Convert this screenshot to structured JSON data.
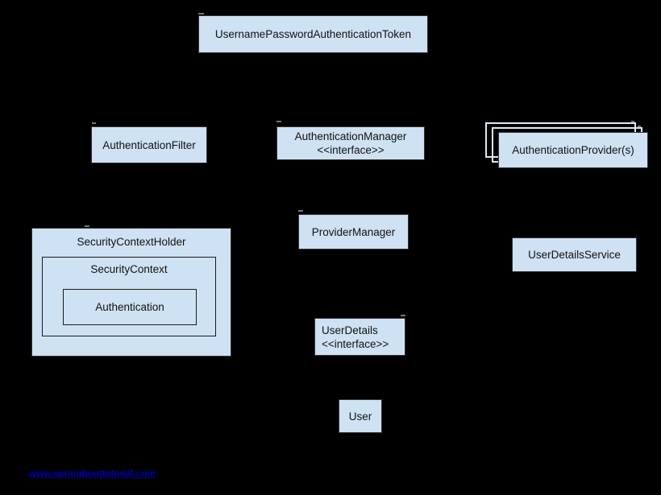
{
  "diagram": {
    "title_box": {
      "label": "UsernamePasswordAuthenticationToken"
    },
    "boxes": {
      "authentication_filter": {
        "label": "AuthenticationFilter"
      },
      "authentication_manager": {
        "line1": "AuthenticationManager",
        "line2": "<<interface>>"
      },
      "authentication_providers": {
        "label": "AuthenticationProvider(s)"
      },
      "provider_manager": {
        "label": "ProviderManager"
      },
      "user_details_service": {
        "label": "UserDetailsService"
      },
      "security_context_holder": {
        "label": "SecurityContextHolder"
      },
      "security_context": {
        "label": "SecurityContext"
      },
      "authentication": {
        "label": "Authentication"
      },
      "user_details": {
        "line1": "UserDetails",
        "line2": "<<interface>>"
      },
      "user": {
        "label": "User"
      }
    },
    "footer_link": {
      "text": "www.springboottutorial.com"
    },
    "colors": {
      "background": "#000000",
      "box_fill": "#cfe2f3",
      "box_border": "#333333",
      "stack_outline": "#dfe9f7",
      "inner_box_border": "#1a1a1a",
      "text_color": "#111111",
      "link_color": "#0000aa"
    }
  }
}
